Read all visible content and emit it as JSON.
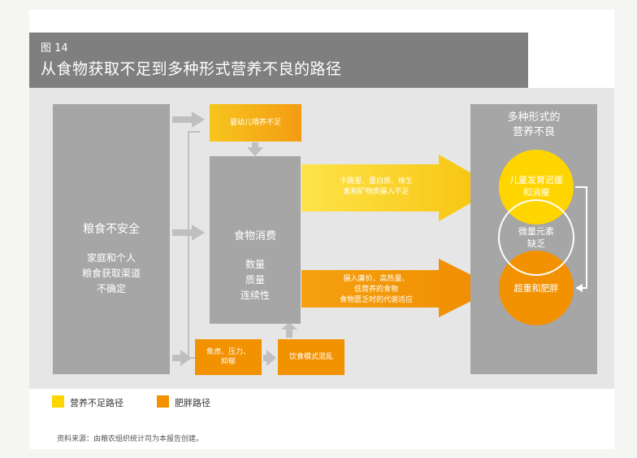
{
  "figure": {
    "label": "图 14",
    "title": "从食物获取不足到多种形式营养不良的路径"
  },
  "left_box": {
    "title": "粮食不安全",
    "subtitle": "家庭和个人\n粮食获取渠道\n不确定"
  },
  "infant_box": {
    "text": "婴幼儿喂养不足"
  },
  "middle_box": {
    "title": "食物消费",
    "subtitle": "数量\n质量\n连续性"
  },
  "arrow_yellow": {
    "text": "卡路里、蛋白质、维生\n素和矿物质摄入不足"
  },
  "arrow_orange": {
    "text": "摄入廉价、高热量、\n低营养的食物\n食物匮乏时的代谢适应"
  },
  "stress_box": {
    "text": "焦虑、压力、\n抑郁"
  },
  "diet_box": {
    "text": "饮食模式混乱"
  },
  "right_box": {
    "title": "多种形式的\n营养不良",
    "circles": [
      {
        "text": "儿童发育迟缓\n和消瘦"
      },
      {
        "text": "微量元素\n缺乏"
      },
      {
        "text": "超重和肥胖"
      }
    ]
  },
  "legend": [
    {
      "label": "营养不足路径",
      "color": "#ffd500"
    },
    {
      "label": "肥胖路径",
      "color": "#f39200"
    }
  ],
  "colors": {
    "yellow": "#ffd500",
    "orange": "#f39200",
    "gray": "#a6a6a6",
    "light_gray": "#e6e6e6"
  },
  "source": "资料来源：由粮农组织统计司为本报告创建。"
}
